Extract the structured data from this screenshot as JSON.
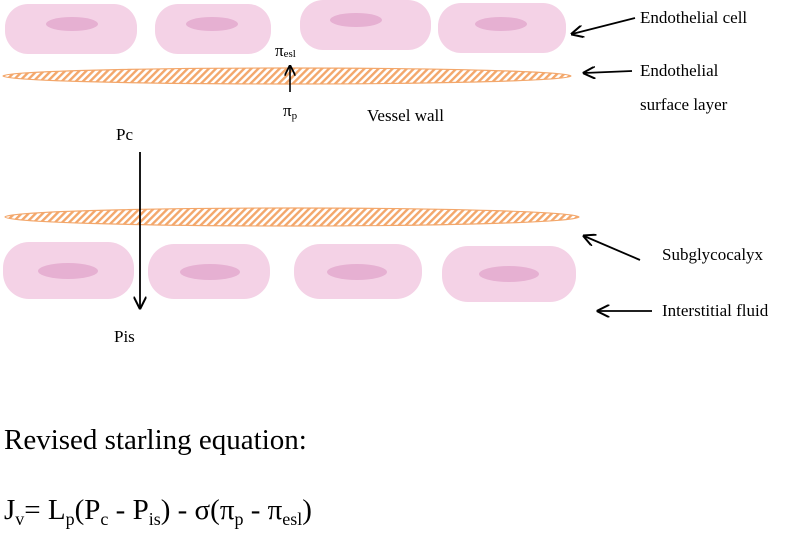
{
  "labels": {
    "endothelial_cell": "Endothelial cell",
    "esl_line1": "Endothelial",
    "esl_line2": "surface layer",
    "vessel_wall": "Vessel wall",
    "subglycocalyx": "Subglycocalyx",
    "interstitial_fluid": "Interstitial fluid",
    "pc": "Pc",
    "pis": "Pis",
    "pi_esl_symbol": "π",
    "pi_esl_sub": "esl",
    "pi_p_symbol": "π",
    "pi_p_sub": "p"
  },
  "equation": {
    "title": "Revised starling equation:",
    "j": "J",
    "j_sub": "v",
    "eq_lp": "= L",
    "lp_sub": "p",
    "open_pc": "(P",
    "pc_sub": "c",
    "minus_pis": " - P",
    "pis_sub": "is",
    "minus_sigma": ") - σ(π",
    "pip_sub": "p",
    "minus_pi": " - π",
    "piesl_sub": "esl",
    "close": ")"
  },
  "colors": {
    "cell_fill": "#f4d2e6",
    "nucleus_fill": "#e6b0d2",
    "layer_stroke": "#f3a76b",
    "arrow": "#000000"
  }
}
